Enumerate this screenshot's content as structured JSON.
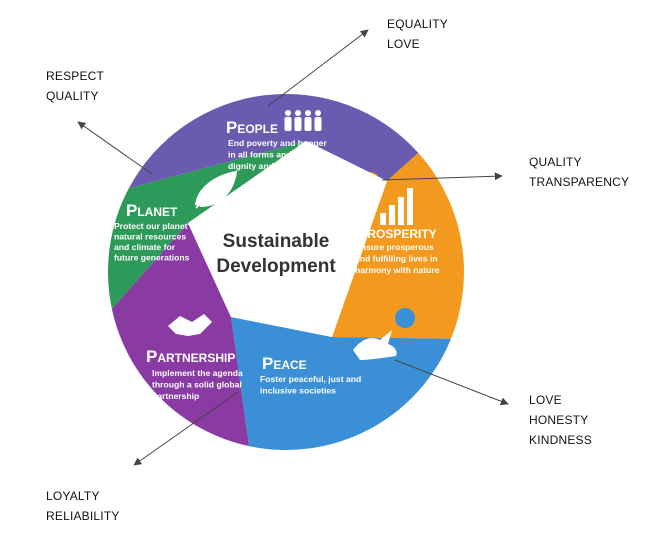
{
  "diagram": {
    "center_title": [
      "Sustainable",
      "Development"
    ],
    "segments": [
      {
        "key": "people",
        "title_cap": "P",
        "title_rest": "EOPLE",
        "color": "#6a5bb0",
        "desc": [
          "End poverty and hunger",
          "in all forms and ensure",
          "dignity and equality"
        ],
        "icon": "people-icon"
      },
      {
        "key": "prosperity",
        "title_cap": "P",
        "title_rest": "ROSPERITY",
        "color": "#f39a1e",
        "desc": [
          "Ensure prosperous",
          "and fulfilling lives in",
          "harmony with nature"
        ],
        "icon": "bar-chart-icon"
      },
      {
        "key": "peace",
        "title_cap": "P",
        "title_rest": "EACE",
        "color": "#3a8fd6",
        "desc": [
          "Foster peaceful, just and",
          "inclusive societies"
        ],
        "icon": "dove-icon"
      },
      {
        "key": "partnership",
        "title_cap": "P",
        "title_rest": "ARTNERSHIP",
        "color": "#8a3aa3",
        "desc": [
          "Implement the agenda",
          "through a solid global",
          "partnership"
        ],
        "icon": "handshake-icon"
      },
      {
        "key": "planet",
        "title_cap": "P",
        "title_rest": "LANET",
        "color": "#2e9a5a",
        "desc": [
          "Protect our planet's",
          "natural resources",
          "and climate for",
          "future generations"
        ],
        "icon": "leaf-icon"
      }
    ]
  },
  "callouts": {
    "people": [
      "EQUALITY",
      "LOVE"
    ],
    "planet": [
      "RESPECT",
      "QUALITY"
    ],
    "prosperity": [
      "QUALITY",
      "TRANSPARENCY"
    ],
    "peace": [
      "LOVE",
      "HONESTY",
      "KINDNESS"
    ],
    "partnership": [
      "LOYALTY",
      "RELIABILITY"
    ]
  }
}
